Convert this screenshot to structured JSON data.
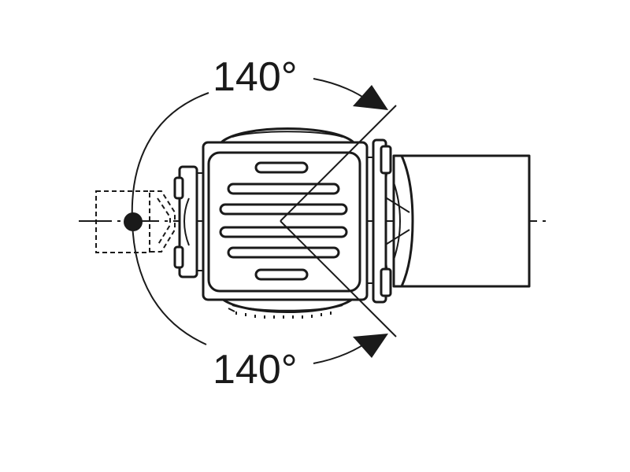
{
  "diagram": {
    "angle_top_label": "140°",
    "angle_bottom_label": "140°",
    "colors": {
      "stroke": "#1a1a1a",
      "background": "#ffffff"
    },
    "icons": {
      "pivot": "filled-circle",
      "arrows": "triangle-arrowhead"
    }
  }
}
